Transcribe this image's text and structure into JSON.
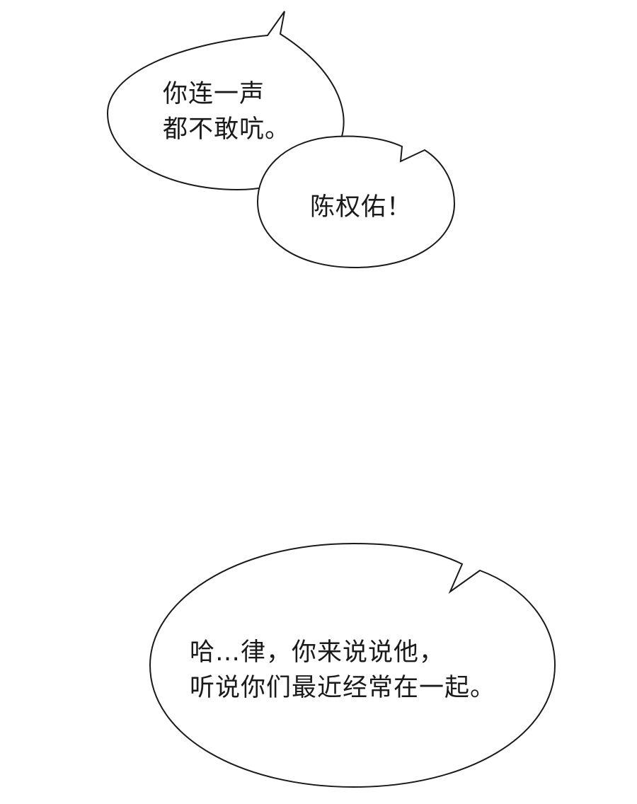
{
  "panel": {
    "background": "#ffffff",
    "ink": "#1a1a1a"
  },
  "bubbles": [
    {
      "lines": [
        "你连一声",
        "都不敢吭。"
      ]
    },
    {
      "lines": [
        "陈权佑！"
      ]
    },
    {
      "lines": [
        "哈…律，你来说说他，",
        "听说你们最近经常在一起。"
      ]
    }
  ]
}
